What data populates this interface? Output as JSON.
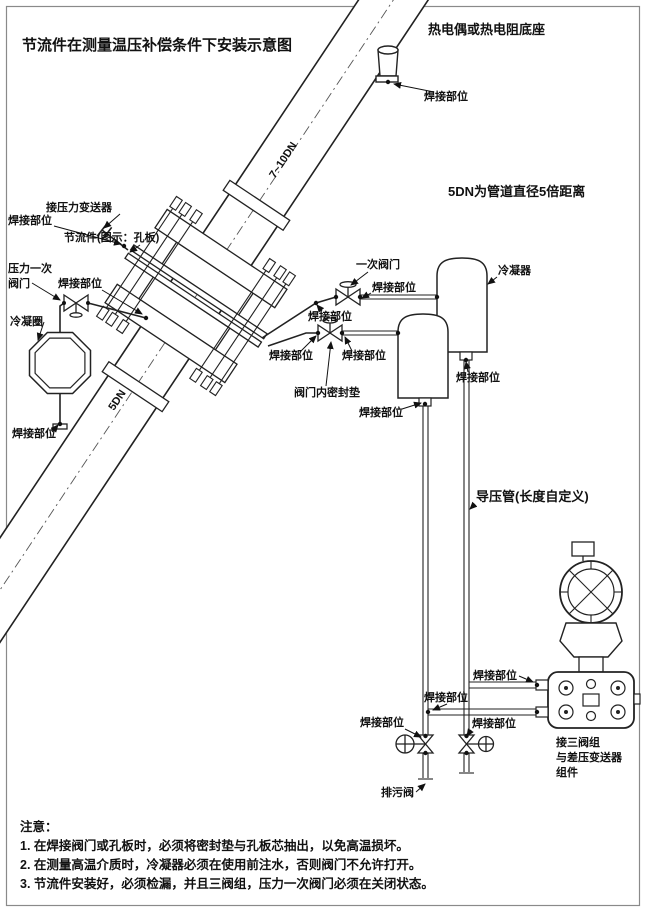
{
  "page": {
    "title": "节流件在测量温压补偿条件下安装示意图"
  },
  "labels": {
    "thermo_base": "热电偶或热电阻底座",
    "weld": "焊接部位",
    "pressure_transmitter": "接压力变送器",
    "throttle_device": "节流件(图示：孔板)",
    "pressure_primary_valve_1": "压力一次",
    "pressure_primary_valve_2": "阀门",
    "cooling_coil": "冷凝圈",
    "primary_valve": "一次阀门",
    "condenser": "冷凝器",
    "valve_inner_seal": "阀门内密封垫",
    "dn5_distance_note": "5DN为管道直径5倍距离",
    "dn_7_10": "7~10DN",
    "dn_5": "5DN",
    "impulse_pipe": "导压管(长度自定义)",
    "three_valve_group_1": "接三阀组",
    "three_valve_group_2": "与差压变送器",
    "three_valve_group_3": "组件",
    "drain_valve": "排污阀"
  },
  "notes": {
    "heading": "注意：",
    "items": [
      "1. 在焊接阀门或孔板时，必须将密封垫与孔板芯抽出，以免高温损坏。",
      "2. 在测量高温介质时，冷凝器必须在使用前注水，否则阀门不允许打开。",
      "3. 节流件安装好，必须检漏，并且三阀组，压力一次阀门必须在关闭状态。"
    ]
  },
  "colors": {
    "line": "#1f1f1f",
    "background": "#ffffff"
  }
}
